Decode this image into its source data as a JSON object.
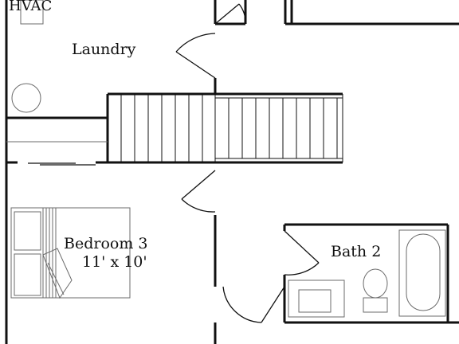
{
  "rooms": {
    "hvac": {
      "label": "HVAC"
    },
    "laundry": {
      "label": "Laundry"
    },
    "bedroom3": {
      "label": "Bedroom 3",
      "dimensions": "11' x 10'"
    },
    "bath2": {
      "label": "Bath 2"
    }
  },
  "colors": {
    "wall": "#111111",
    "fixture": "#6b6b6b",
    "background": "#ffffff"
  }
}
